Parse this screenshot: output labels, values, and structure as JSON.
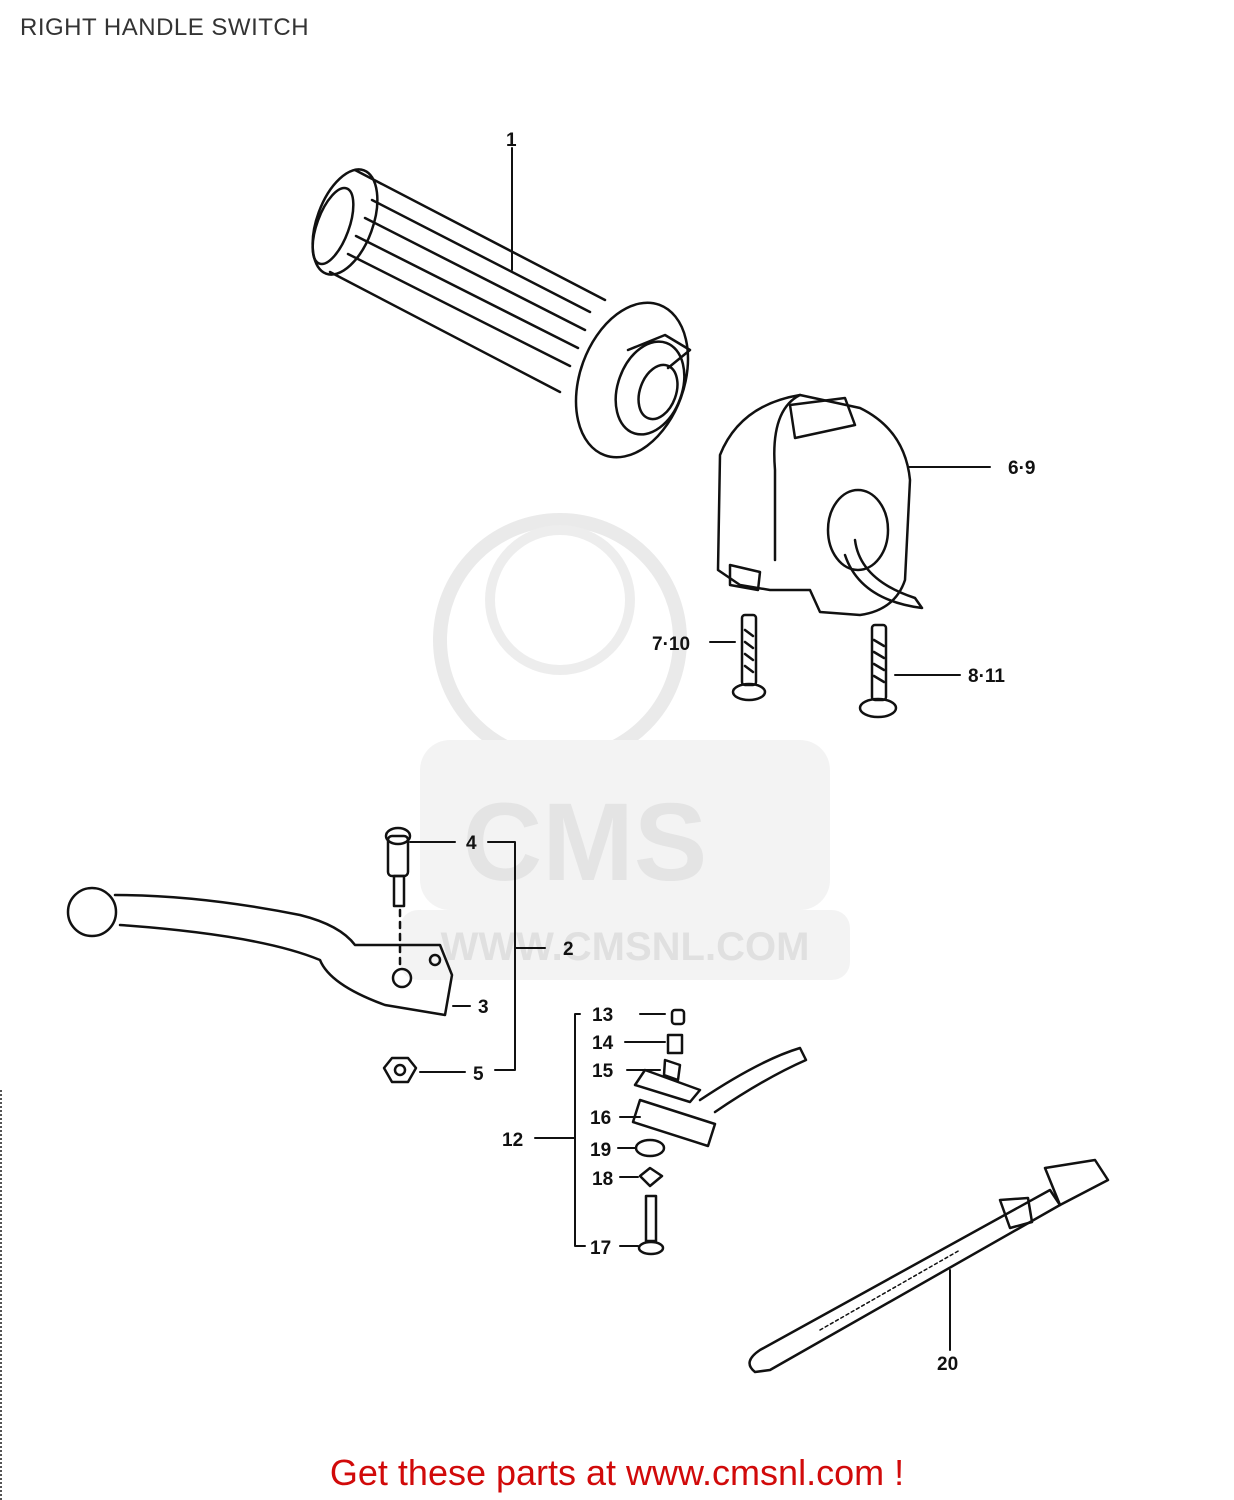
{
  "title": "RIGHT HANDLE SWITCH",
  "diagram": {
    "callouts": {
      "c1": "1",
      "c69": "6·9",
      "c710": "7·10",
      "c811": "8·11",
      "c4": "4",
      "c2": "2",
      "c3": "3",
      "c5": "5",
      "c13": "13",
      "c14": "14",
      "c15": "15",
      "c16": "16",
      "c12": "12",
      "c19": "19",
      "c18": "18",
      "c17": "17",
      "c20": "20"
    }
  },
  "watermark": {
    "brand": "CMS",
    "url": "WWW.CMSNL.COM"
  },
  "footer": {
    "link_text": "Get these parts at www.cmsnl.com !"
  },
  "colors": {
    "line": "#111111",
    "watermark": "#e6e6e6",
    "footer": "#d10a0a"
  }
}
